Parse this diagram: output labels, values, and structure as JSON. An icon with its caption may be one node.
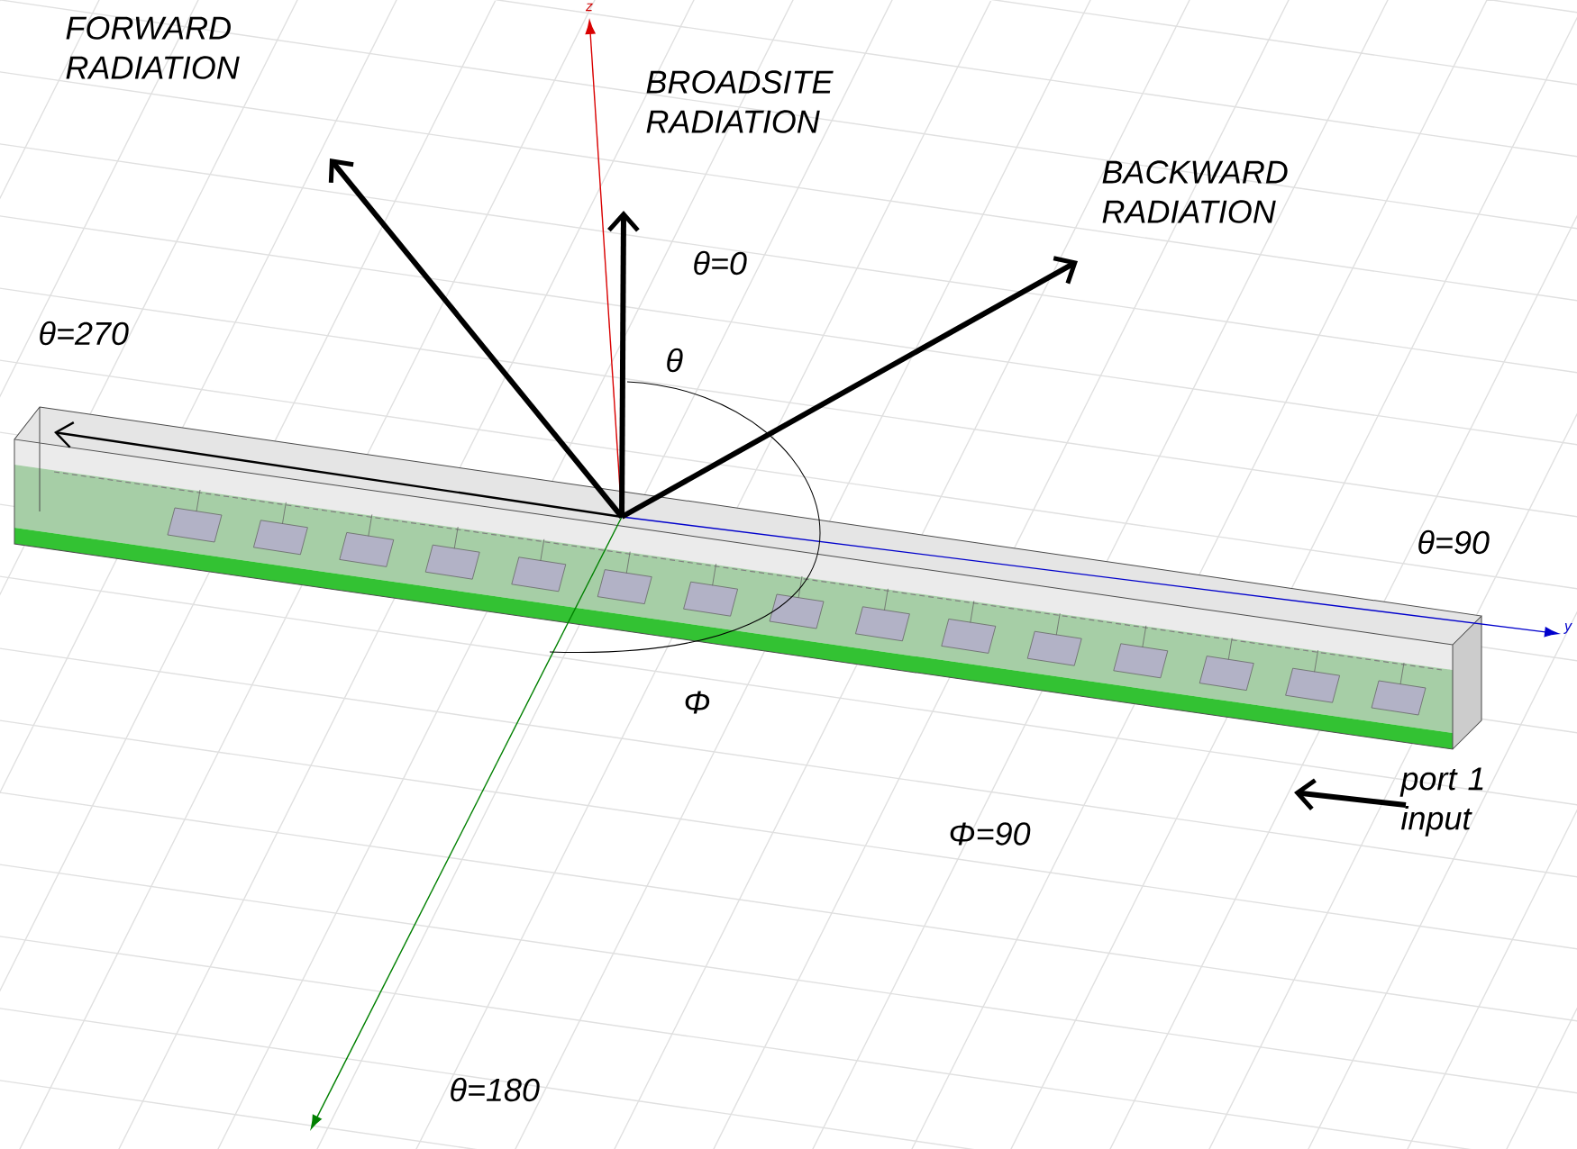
{
  "diagram": {
    "labels": [
      "FORWARD RADIATION",
      "BROADSITE RADIATION",
      "BACKWARD RADIATION",
      "θ=0",
      "θ",
      "θ=270",
      "θ=90",
      "Φ",
      "Φ=90",
      "port 1 input",
      "θ=180",
      "z",
      "y"
    ]
  }
}
